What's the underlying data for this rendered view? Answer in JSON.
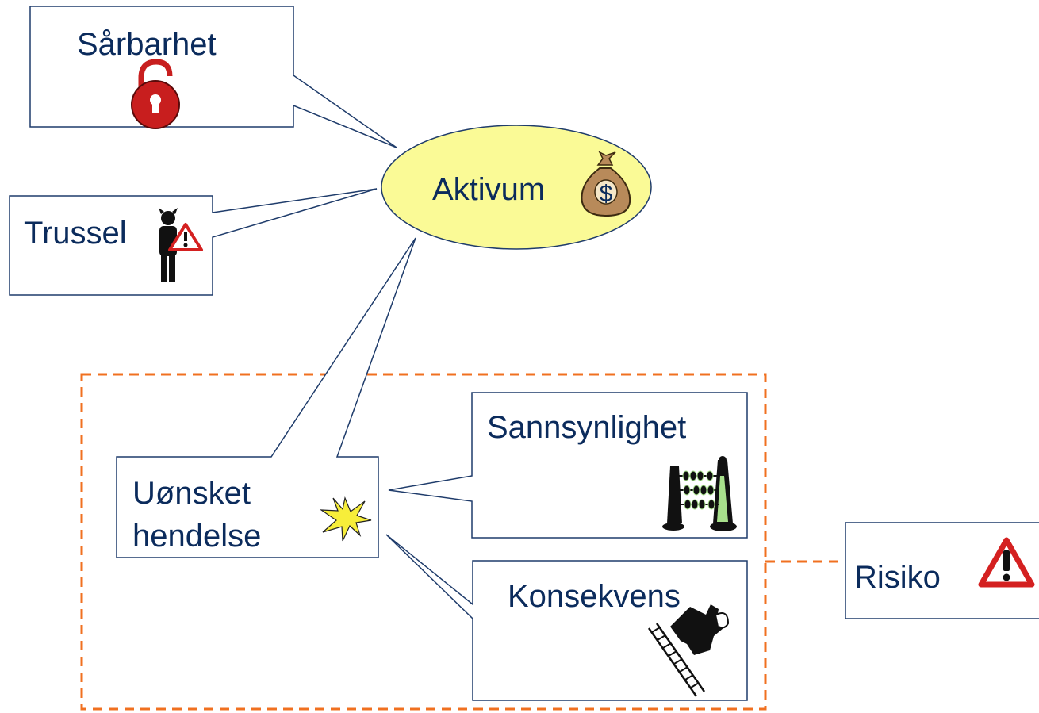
{
  "nodes": {
    "vulnerability": {
      "label": "Sårbarhet",
      "icon": "padlock-open-icon"
    },
    "threat": {
      "label": "Trussel",
      "icon": "devil-warning-icon"
    },
    "asset": {
      "label": "Aktivum",
      "icon": "money-bag-icon",
      "icon_symbol": "$"
    },
    "unwanted_event": {
      "label_line1": "Uønsket",
      "label_line2": "hendelse",
      "icon": "explosion-star-icon"
    },
    "probability": {
      "label": "Sannsynlighet",
      "icon": "abacus-icon"
    },
    "consequence": {
      "label": "Konsekvens",
      "icon": "falling-ladder-icon"
    },
    "risk": {
      "label": "Risiko",
      "icon": "warning-triangle-icon"
    }
  },
  "colors": {
    "text": "#0b2b5c",
    "box_border": "#1f3c6b",
    "asset_fill": "#fafa96",
    "dashed_group": "#f07020",
    "padlock": "#c81e1e",
    "warning": "#d42020",
    "money_bag": "#b88a5a"
  }
}
